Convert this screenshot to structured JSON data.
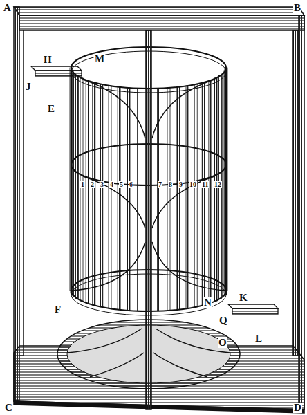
{
  "diagram": {
    "labels": [
      "A",
      "B",
      "H",
      "J",
      "E",
      "M",
      "1",
      "2",
      "3",
      "4",
      "5",
      "6",
      "7",
      "8",
      "9",
      "10",
      "11",
      "12",
      "F",
      "N",
      "Q",
      "K",
      "O",
      "L",
      "C",
      "D"
    ]
  }
}
